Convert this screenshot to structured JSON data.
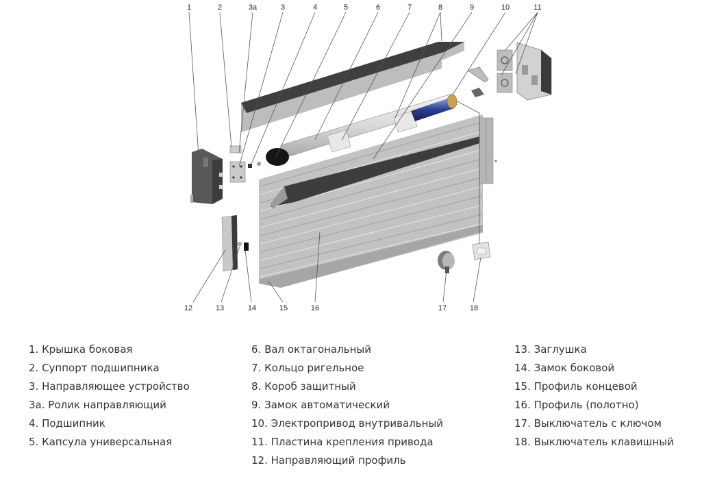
{
  "callouts": [
    "1",
    "2",
    "3а",
    "3",
    "4",
    "5",
    "6",
    "7",
    "8",
    "9",
    "10",
    "11",
    "12",
    "13",
    "14",
    "15",
    "16",
    "17",
    "18"
  ],
  "legend": {
    "col1": [
      "1. Крышка боковая",
      "2. Суппорт подшипника",
      "3. Направляющее устройство",
      "3а. Ролик направляющий",
      "4. Подшипник",
      "5. Капсула универсальная"
    ],
    "col2": [
      "6. Вал октагональный",
      "7. Кольцо ригельное",
      "8. Короб защитный",
      "9. Замок автоматический",
      "10. Электропривод внутривальный",
      "11. Пластина крепления привода",
      "12. Направляющий профиль"
    ],
    "col3": [
      "13. Заглушка",
      "14. Замок боковой",
      "15. Профиль концевой",
      "16. Профиль (полотно)",
      "17. Выключатель с ключом",
      "18. Выключатель клавишный"
    ]
  }
}
